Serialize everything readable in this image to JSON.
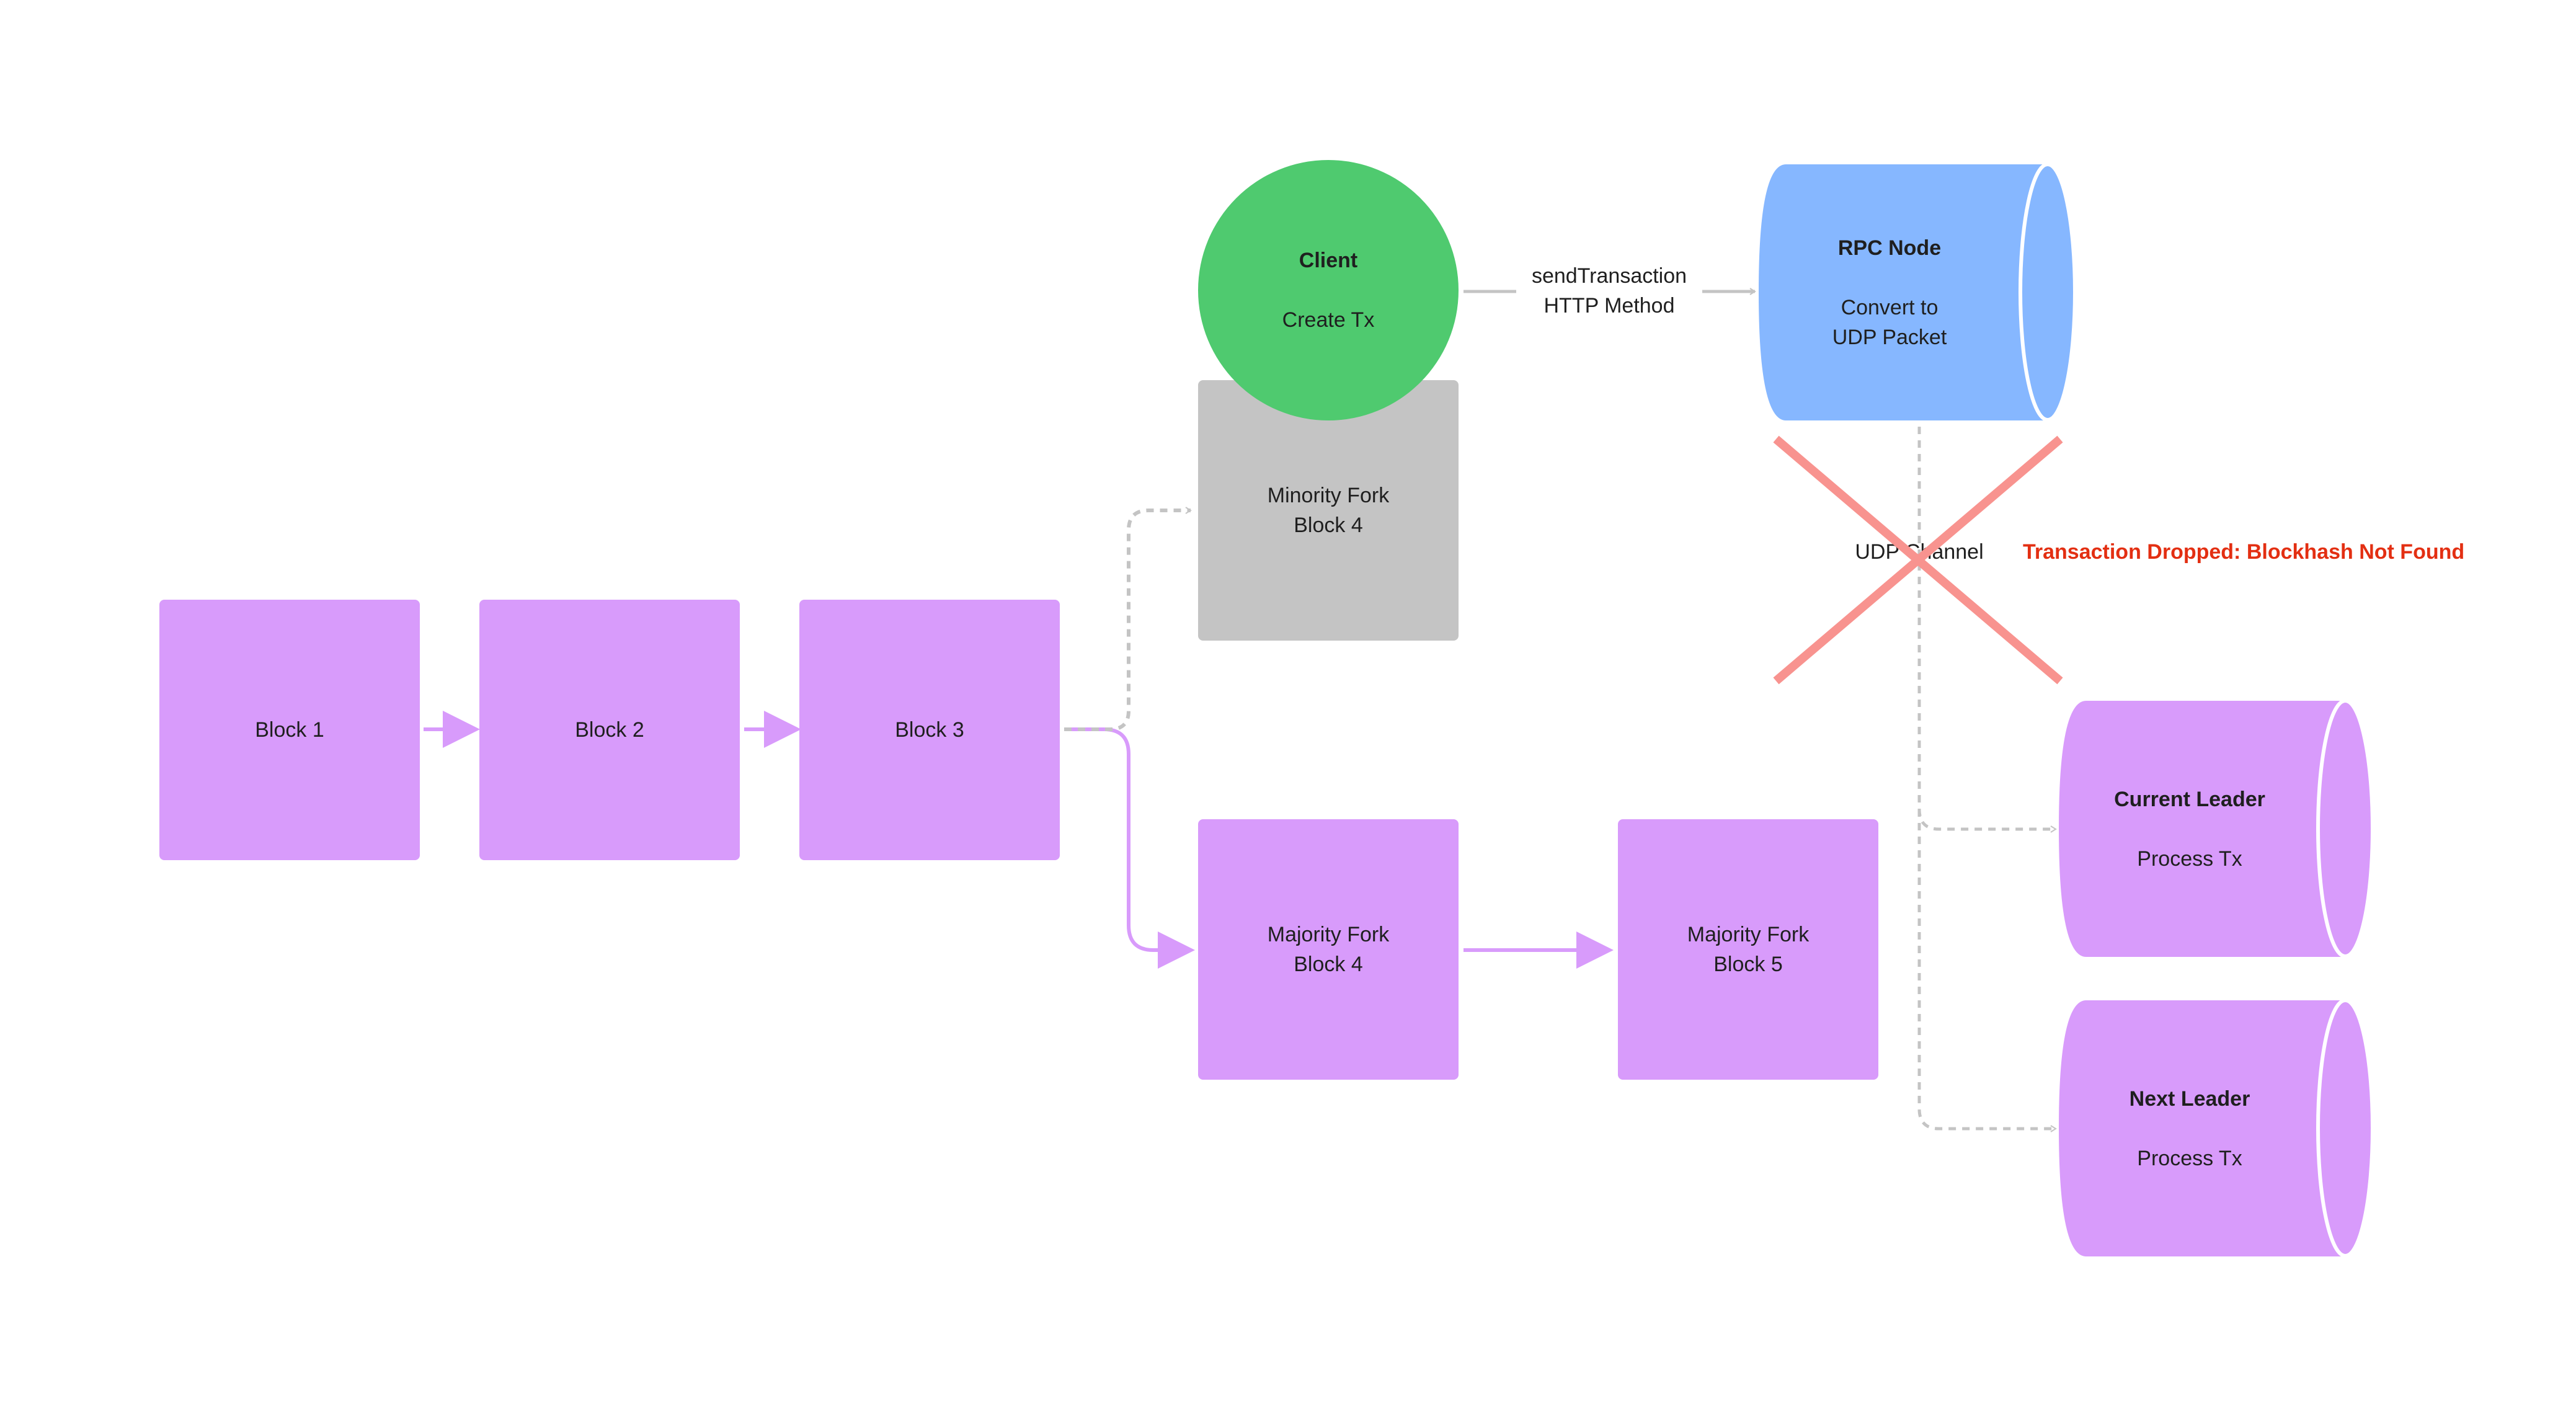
{
  "blocks": {
    "block1": "Block 1",
    "block2": "Block 2",
    "block3": "Block 3",
    "minority": {
      "line1": "Minority Fork",
      "line2": "Block 4"
    },
    "majority4": {
      "line1": "Majority Fork",
      "line2": "Block 4"
    },
    "majority5": {
      "line1": "Majority Fork",
      "line2": "Block 5"
    }
  },
  "client": {
    "title": "Client",
    "action": "Create Tx"
  },
  "send_transaction": {
    "line1": "sendTransaction",
    "line2": "HTTP Method"
  },
  "rpc_node": {
    "title": "RPC Node",
    "line1": "Convert to",
    "line2": "UDP Packet"
  },
  "udp_channel": "UDP Channel",
  "dropped": "Transaction Dropped: Blockhash Not Found",
  "current_leader": {
    "title": "Current Leader",
    "action": "Process Tx"
  },
  "next_leader": {
    "title": "Next Leader",
    "action": "Process Tx"
  },
  "colors": {
    "block": "#d89bfb",
    "minority_block": "#c4c4c4",
    "client": "#4fca6f",
    "rpc_node": "#86b7ff",
    "cross": "#f8938f",
    "error_text": "#e32f12",
    "gray_connector": "#c4c4c4"
  }
}
